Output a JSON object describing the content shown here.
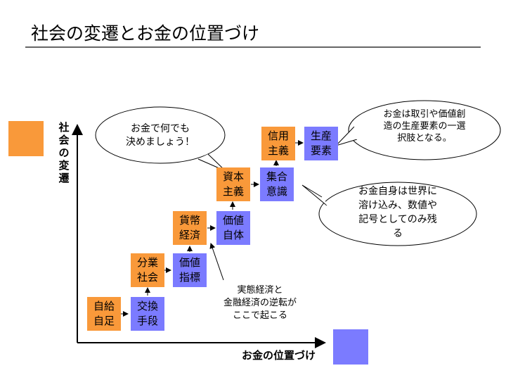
{
  "title": "社会の変遷とお金の位置づけ",
  "axes": {
    "y_label": "社会の変遷",
    "x_label": "お金の位置づけ"
  },
  "colors": {
    "orange": "#f9993a",
    "blue": "#7b7bff"
  },
  "boxes": {
    "jikyu": {
      "line1": "自給",
      "line2": "自足"
    },
    "kokan": {
      "line1": "交換",
      "line2": "手段"
    },
    "bungyo": {
      "line1": "分業",
      "line2": "社会"
    },
    "kachi_shihyo": {
      "line1": "価値",
      "line2": "指標"
    },
    "kahei": {
      "line1": "貨幣",
      "line2": "経済"
    },
    "kachi_jitai": {
      "line1": "価値",
      "line2": "自体"
    },
    "shihon": {
      "line1": "資本",
      "line2": "主義"
    },
    "shugo": {
      "line1": "集合",
      "line2": "意識"
    },
    "shinyo": {
      "line1": "信用",
      "line2": "主義"
    },
    "seisan": {
      "line1": "生産",
      "line2": "要素"
    }
  },
  "callouts": {
    "left": {
      "line1": "お金で何でも",
      "line2": "決めましょう！"
    },
    "top_right": {
      "line1": "お金は取引や価値創",
      "line2": "造の生産要素の一選",
      "line3": "択肢となる。"
    },
    "right": {
      "line1": "お金自身は世界に",
      "line2": "溶け込み、数値や",
      "line3": "記号としてのみ残",
      "line4": "る"
    }
  },
  "note": {
    "line1": "実態経済と",
    "line2": "金融経済の逆転が",
    "line3": "ここで起こる"
  }
}
